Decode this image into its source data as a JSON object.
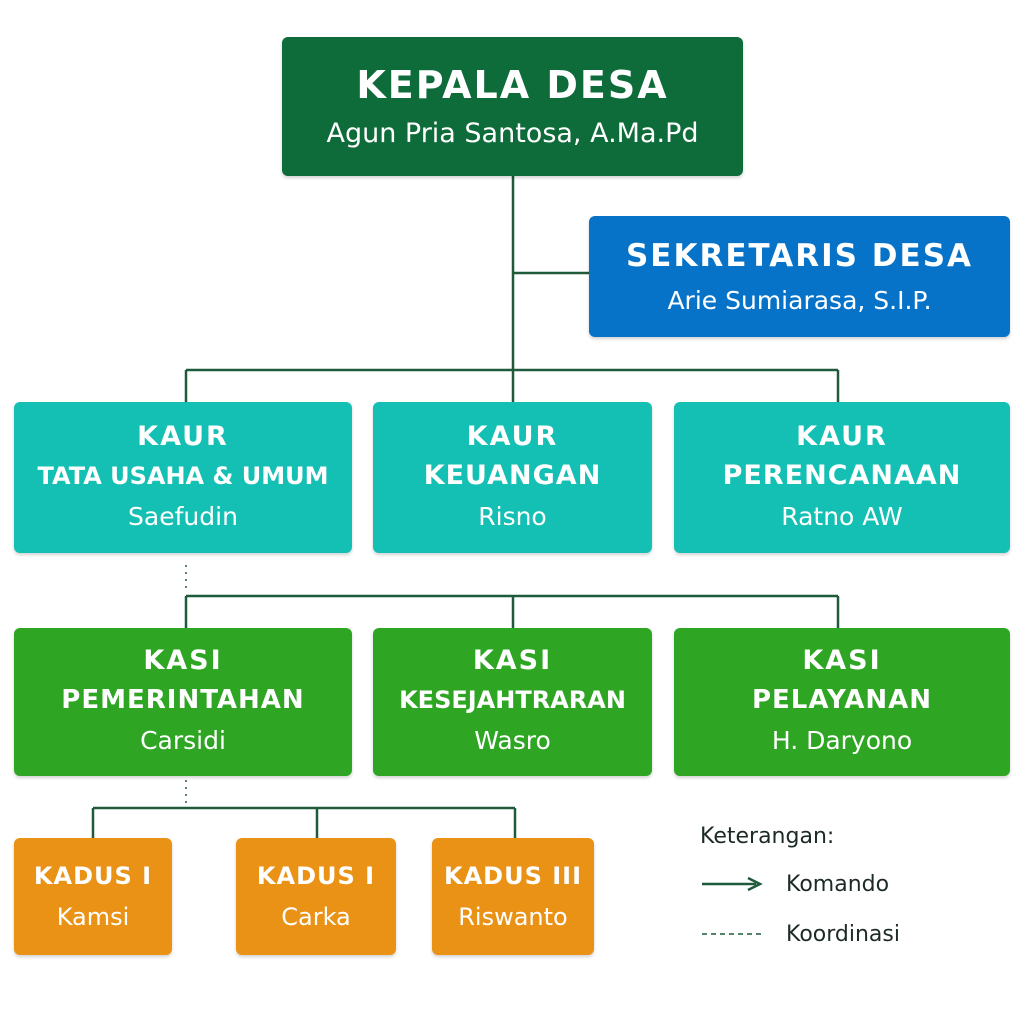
{
  "kepala": {
    "title": "KEPALA DESA",
    "name": "Agun Pria Santosa, A.Ma.Pd"
  },
  "sekretaris": {
    "title": "SEKRETARIS DESA",
    "name": "Arie Sumiarasa, S.I.P."
  },
  "kaur": [
    {
      "line1": "KAUR",
      "line2": "TATA USAHA & UMUM",
      "name": "Saefudin"
    },
    {
      "line1": "KAUR",
      "line2": "KEUANGAN",
      "name": "Risno"
    },
    {
      "line1": "KAUR",
      "line2": "PERENCANAAN",
      "name": "Ratno AW"
    }
  ],
  "kasi": [
    {
      "line1": "KASI",
      "line2": "PEMERINTAHAN",
      "name": "Carsidi"
    },
    {
      "line1": "KASI",
      "line2": "KESEJAHTRARAN",
      "name": "Wasro"
    },
    {
      "line1": "KASI",
      "line2": "PELAYANAN",
      "name": "H. Daryono"
    }
  ],
  "kadus": [
    {
      "title": "KADUS I",
      "name": "Kamsi"
    },
    {
      "title": "KADUS I",
      "name": "Carka"
    },
    {
      "title": "KADUS III",
      "name": "Riswanto"
    }
  ],
  "legend": {
    "title": "Keterangan:",
    "komando": "Komando",
    "koordinasi": "Koordinasi"
  },
  "colors": {
    "kepala": "#0e6b3a",
    "sekretaris": "#0673c8",
    "kaur": "#14bfb3",
    "kasi": "#2ea624",
    "kadus": "#ea9216",
    "line": "#1f5a3a"
  }
}
